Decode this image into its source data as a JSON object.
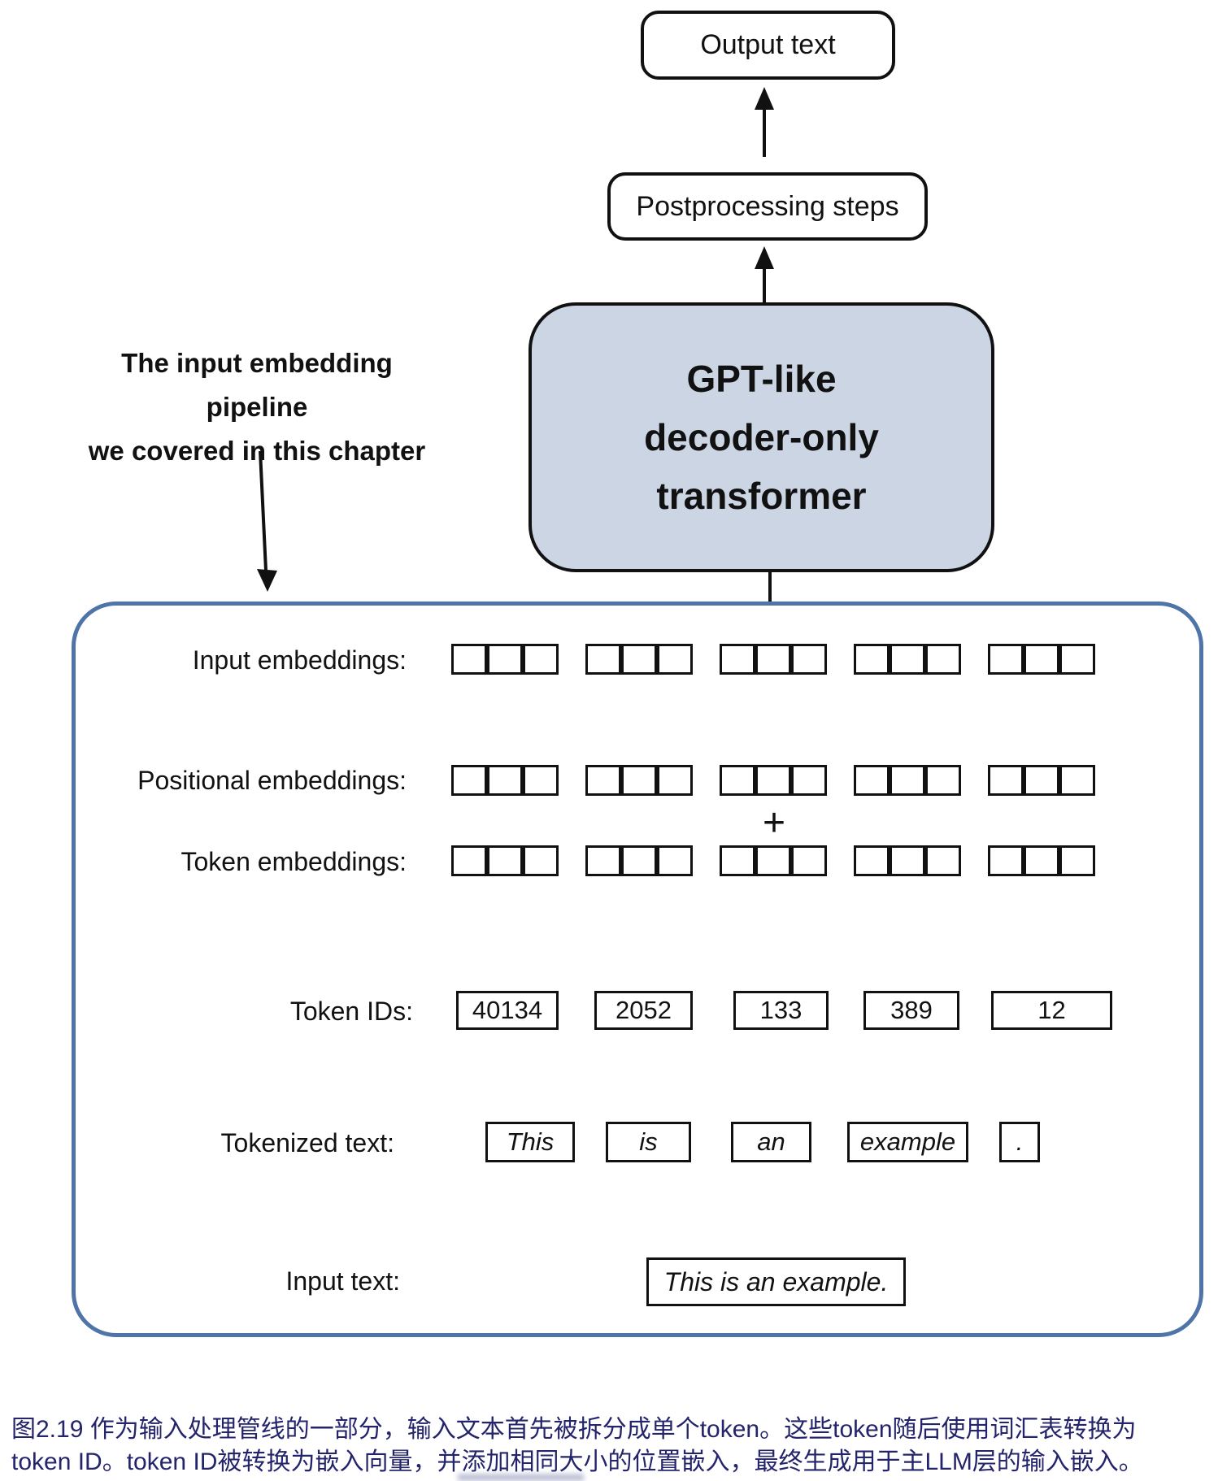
{
  "figure": {
    "output_box": "Output text",
    "postprocessing_box": "Postprocessing steps",
    "gpt_box": {
      "lines": [
        "GPT-like",
        "decoder-only",
        "transformer"
      ]
    },
    "annotation": {
      "line1": "The input embedding pipeline",
      "line2": "we covered in this chapter"
    },
    "labels": {
      "input_embeddings": "Input embeddings:",
      "positional_embeddings": "Positional embeddings:",
      "token_embeddings": "Token embeddings:",
      "token_ids": "Token IDs:",
      "tokenized_text": "Tokenized text:",
      "input_text": "Input text:"
    },
    "plus_sign": "+",
    "embedding_grid": {
      "rows": 3,
      "groups_per_row": 5,
      "cells_per_group": 3
    },
    "token_ids": [
      "40134",
      "2052",
      "133",
      "389",
      "12"
    ],
    "tokens": [
      "This",
      "is",
      "an",
      "example",
      "."
    ],
    "input_text": "This is an example."
  },
  "caption": {
    "line1": "图2.19 作为输入处理管线的一部分，输入文本首先被拆分成单个token。这些token随后使用词汇表转换为",
    "line2": "token ID。token ID被转换为嵌入向量，并添加相同大小的位置嵌入，最终生成用于主LLM层的输入嵌入。"
  },
  "colors": {
    "gpt_box_fill": "#cbd5e3",
    "container_border": "#4e74a8",
    "caption_text": "#24246c",
    "diagram_ink": "#111111"
  }
}
